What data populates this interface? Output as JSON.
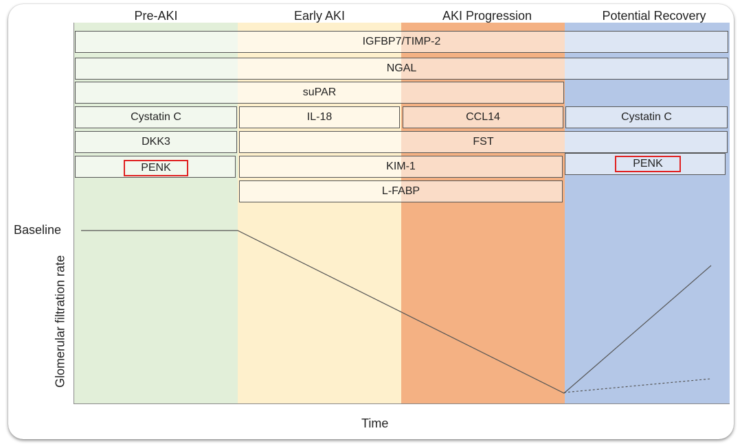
{
  "phases": [
    {
      "label": "Pre-AKI",
      "color": "#e2efd9"
    },
    {
      "label": "Early AKI",
      "color": "#fef0cc"
    },
    {
      "label": "AKI Progression",
      "color": "#f4b183"
    },
    {
      "label": "Potential Recovery",
      "color": "#b4c7e7"
    }
  ],
  "biomarkers": {
    "igfbp7": "IGFBP7/TIMP-2",
    "ngal": "NGAL",
    "supar": "suPAR",
    "cystatin_c_pre": "Cystatin C",
    "il18": "IL-18",
    "ccl14": "CCL14",
    "cystatin_c_recovery": "Cystatin C",
    "dkk3": "DKK3",
    "fst": "FST",
    "penk_pre": "PENK",
    "kim1": "KIM-1",
    "penk_recovery": "PENK",
    "lfabp": "L-FABP"
  },
  "axes": {
    "baseline": "Baseline",
    "y_label": "Glomerular filtration rate",
    "x_label": "Time"
  },
  "highlight_color": "#e02020"
}
